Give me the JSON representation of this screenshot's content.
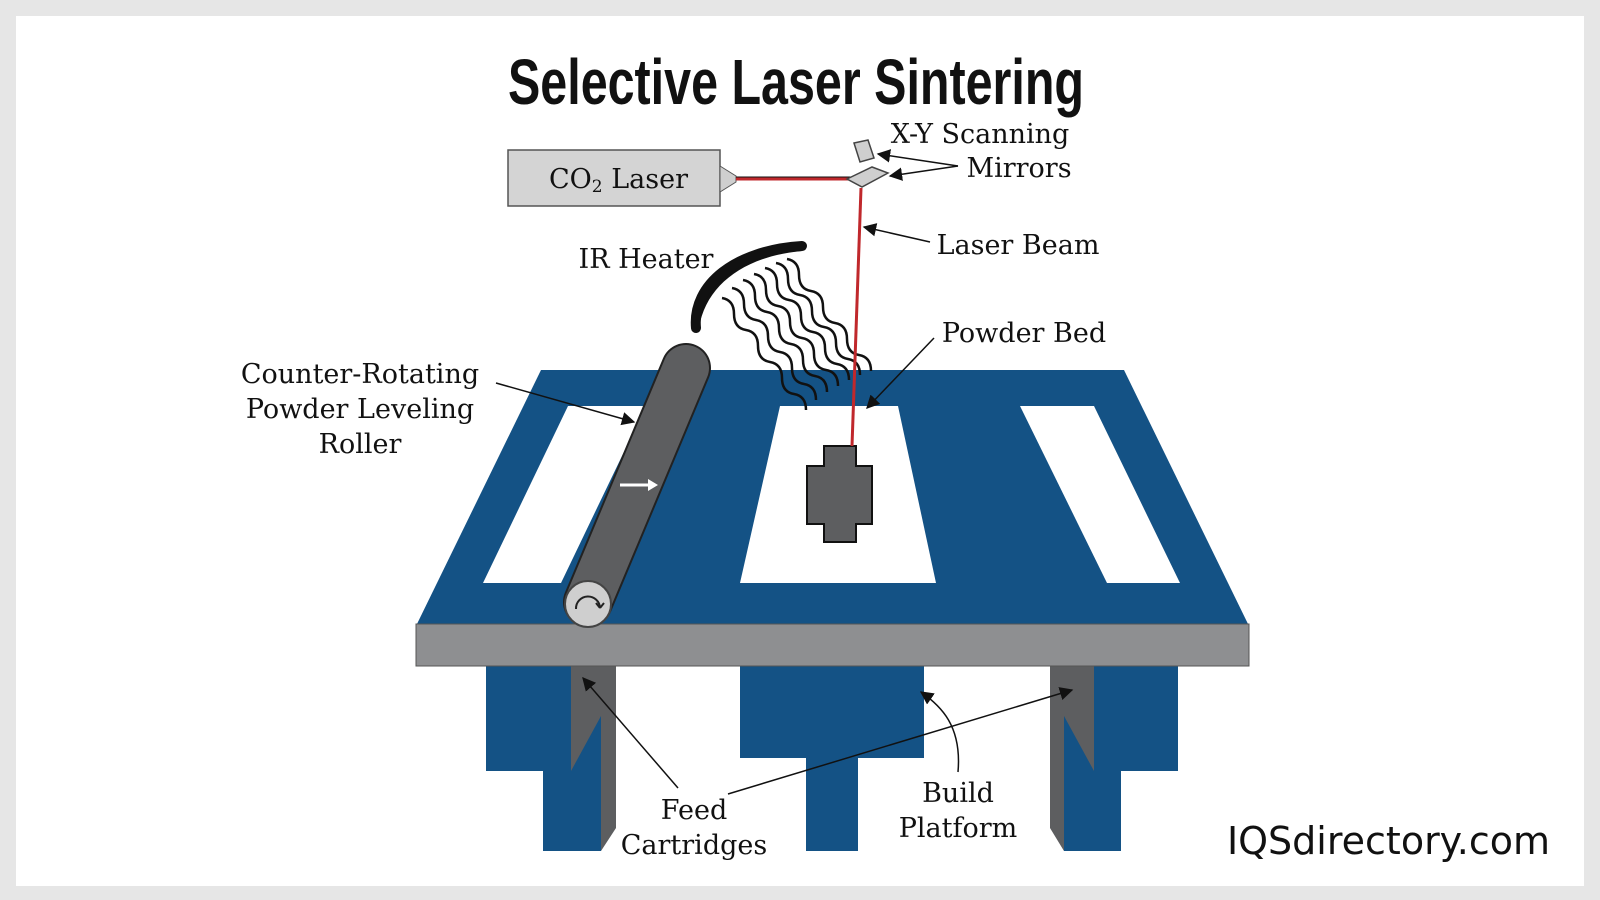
{
  "title": "Selective Laser Sintering",
  "laser": {
    "label_prefix": "CO",
    "label_sub": "2",
    "label_suffix": " Laser"
  },
  "labels": {
    "mirrors_line1": "X-Y Scanning",
    "mirrors_line2": "Mirrors",
    "laser_beam": "Laser Beam",
    "ir_heater": "IR Heater",
    "powder_bed": "Powder Bed",
    "roller_line1": "Counter-Rotating",
    "roller_line2": "Powder Leveling",
    "roller_line3": "Roller",
    "feed_line1": "Feed",
    "feed_line2": "Cartridges",
    "build_line1": "Build",
    "build_line2": "Platform"
  },
  "brand": "IQSdirectory.com",
  "colors": {
    "table_blue": "#145285",
    "table_edge": "#8e8f91",
    "part_gray": "#5d5e60",
    "laser_red": "#c0282c",
    "laser_box": "#d4d4d4"
  }
}
